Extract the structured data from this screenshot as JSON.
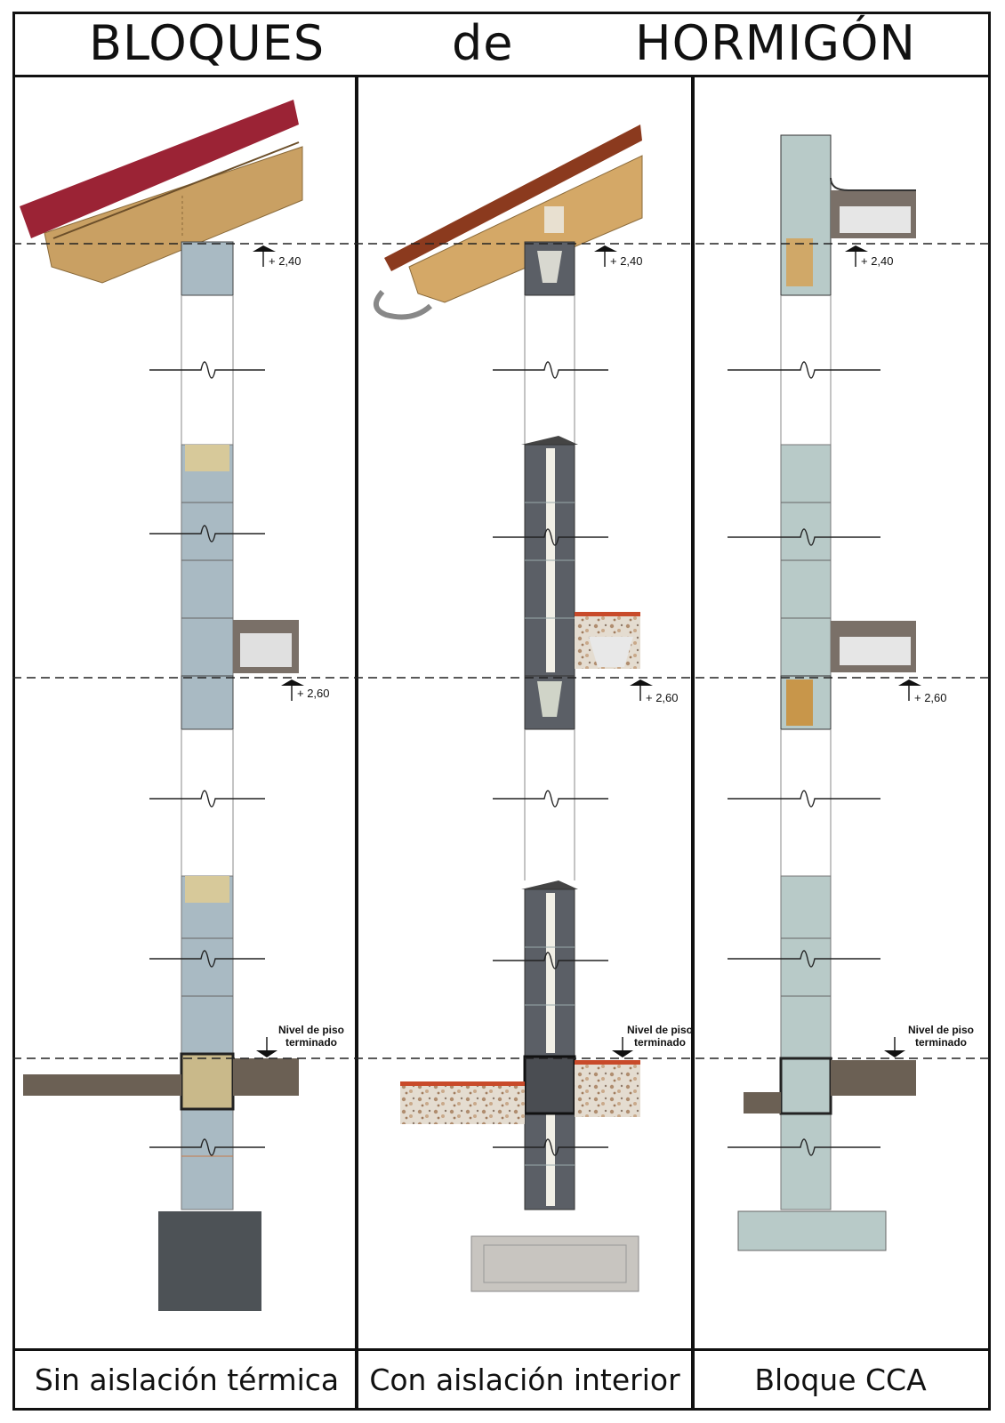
{
  "title": {
    "word1": "BLOQUES",
    "word2": "de",
    "word3": "HORMIGÓN"
  },
  "columns": [
    {
      "caption": "Sin aislación térmica"
    },
    {
      "caption": "Con aislación interior"
    },
    {
      "caption": "Bloque CCA"
    }
  ],
  "levels": {
    "upper": "+ 2,40",
    "middle": "+ 2,60",
    "floor_line1": "Nivel de piso",
    "floor_line2": "terminado"
  },
  "colors": {
    "roof_red": "#9b2335",
    "timber": "#c9a063",
    "concrete_block": "#a9bac3",
    "insulated_block": "#5b5f66",
    "aac_block": "#b8cac8",
    "footing": "#4d5256",
    "slab": "#6b6054"
  }
}
